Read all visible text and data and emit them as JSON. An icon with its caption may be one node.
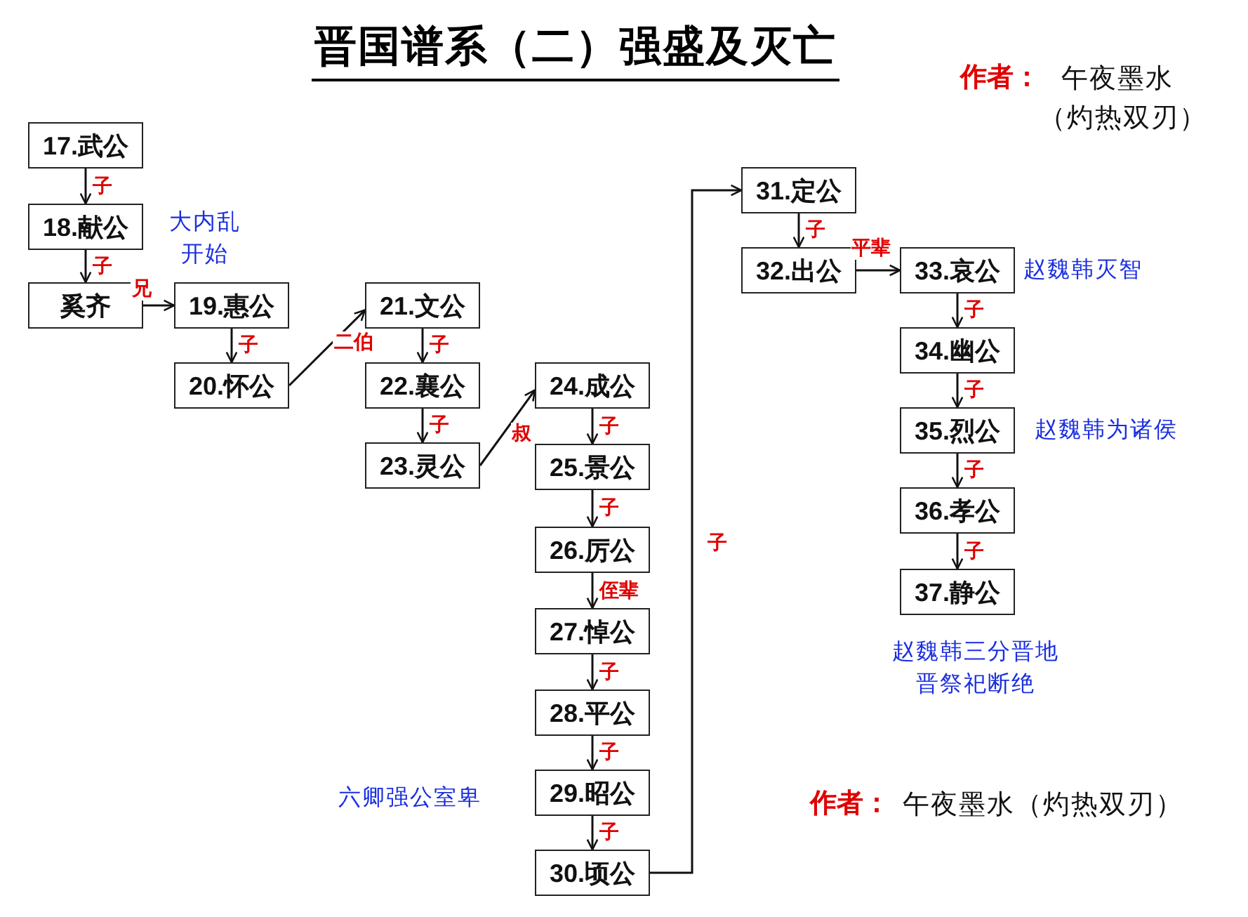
{
  "diagram": {
    "title": "晋国谱系（二）强盛及灭亡",
    "nodes": [
      {
        "text": [
          "17.武公"
        ]
      },
      {
        "text": [
          "18.献公"
        ],
        "beside": [
          "大内乱开始"
        ]
      },
      {
        "text": [
          "奚齐"
        ]
      },
      {
        "text": [
          "19.惠公"
        ]
      },
      {
        "text": [
          "20.怀公"
        ]
      },
      {
        "text": [
          "21.文公"
        ]
      },
      {
        "text": [
          "22.襄公"
        ]
      },
      {
        "text": [
          "23.灵公"
        ]
      },
      {
        "text": [
          "24.成公"
        ]
      },
      {
        "text": [
          "25.景公"
        ]
      },
      {
        "text": [
          "26.厉公"
        ]
      },
      {
        "text": [
          "27.悼公"
        ]
      },
      {
        "text": [
          "28.平公"
        ]
      },
      {
        "text": [
          "29.昭公"
        ],
        "beside": [
          "六卿强公室卑"
        ]
      },
      {
        "text": [
          "30.顷公"
        ]
      },
      {
        "text": [
          "31.定公"
        ]
      },
      {
        "text": [
          "32.出公"
        ]
      },
      {
        "text": [
          "33.哀公"
        ],
        "beside": [
          "赵魏韩灭智"
        ]
      },
      {
        "text": [
          "34.幽公"
        ]
      },
      {
        "text": [
          "35.烈公"
        ],
        "beside": [
          "赵魏韩为诸侯"
        ]
      },
      {
        "text": [
          "36.孝公"
        ]
      },
      {
        "text": [
          "37.静公"
        ],
        "beside": [
          "赵魏韩三分晋地晋祭祀断绝"
        ]
      }
    ],
    "edges": [
      {
        "from": 0,
        "to": 1,
        "arrow": "to",
        "label": "子"
      },
      {
        "from": 1,
        "to": 2,
        "arrow": "to",
        "label": "子"
      },
      {
        "from": 2,
        "to": 3,
        "arrow": "to",
        "label": "兄"
      },
      {
        "from": 3,
        "to": 4,
        "arrow": "to",
        "label": "子"
      },
      {
        "from": 4,
        "to": 5,
        "arrow": "to",
        "label": "二伯"
      },
      {
        "from": 5,
        "to": 6,
        "arrow": "to",
        "label": "子"
      },
      {
        "from": 6,
        "to": 7,
        "arrow": "to",
        "label": "子"
      },
      {
        "from": 7,
        "to": 8,
        "arrow": "to",
        "label": "叔"
      },
      {
        "from": 8,
        "to": 9,
        "arrow": "to",
        "label": "子"
      },
      {
        "from": 9,
        "to": 10,
        "arrow": "to",
        "label": "子"
      },
      {
        "from": 10,
        "to": 11,
        "arrow": "to",
        "label": "侄辈"
      },
      {
        "from": 11,
        "to": 12,
        "arrow": "to",
        "label": "子"
      },
      {
        "from": 12,
        "to": 13,
        "arrow": "to",
        "label": "子"
      },
      {
        "from": 13,
        "to": 14,
        "arrow": "to",
        "label": "子"
      },
      {
        "from": 14,
        "to": 15,
        "arrow": "to",
        "label": "子"
      },
      {
        "from": 15,
        "to": 16,
        "arrow": "to",
        "label": "子"
      },
      {
        "from": 16,
        "to": 17,
        "arrow": "to",
        "label": "平辈"
      },
      {
        "from": 17,
        "to": 18,
        "arrow": "to",
        "label": "子"
      },
      {
        "from": 18,
        "to": 19,
        "arrow": "to",
        "label": "子"
      },
      {
        "from": 19,
        "to": 20,
        "arrow": "to",
        "label": "子"
      },
      {
        "from": 20,
        "to": 21,
        "arrow": "to",
        "label": "子"
      }
    ],
    "labels": [
      "作者：",
      "午夜墨水",
      "（灼热双刃）",
      "作者：",
      "午夜墨水（灼热双刃）"
    ]
  }
}
